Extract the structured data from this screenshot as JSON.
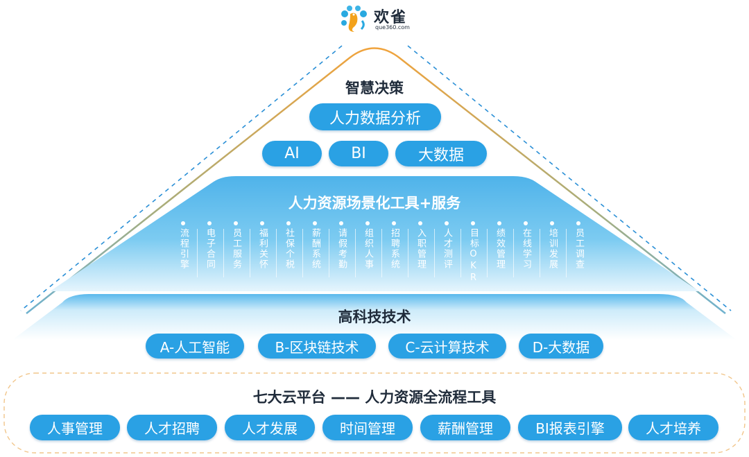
{
  "logo": {
    "name": "欢雀",
    "domain": "que360.com"
  },
  "tier1": {
    "title": "智慧决策",
    "main_pill": "人力数据分析",
    "pills": [
      "AI",
      "BI",
      "大数据"
    ]
  },
  "tier2": {
    "title": "人力资源场景化工具+服务",
    "items": [
      "流程引擎",
      "电子合同",
      "员工服务",
      "福利关怀",
      "社保个税",
      "薪酬系统",
      "请假考勤",
      "组织人事",
      "招聘系统",
      "入职管理",
      "人才测评",
      "目标OKR",
      "绩效管理",
      "在线学习",
      "培训发展",
      "员工调查"
    ]
  },
  "tier3": {
    "title": "高科技技术",
    "pills": [
      "A-人工智能",
      "B-区块链技术",
      "C-云计算技术",
      "D-大数据"
    ]
  },
  "tier4": {
    "title": "七大云平台 —— 人力资源全流程工具",
    "pills": [
      "人事管理",
      "人才招聘",
      "人才发展",
      "时间管理",
      "薪酬管理",
      "BI报表引擎",
      "人才培养"
    ]
  },
  "colors": {
    "pill": "#2aa1e4",
    "text_dark": "#1f2b3a",
    "band_blue": "#5ab8ea",
    "dashed_line": "#2a8fd6",
    "arc_orange": "#e8a048",
    "bottom_dashed": "#f1c58a"
  }
}
